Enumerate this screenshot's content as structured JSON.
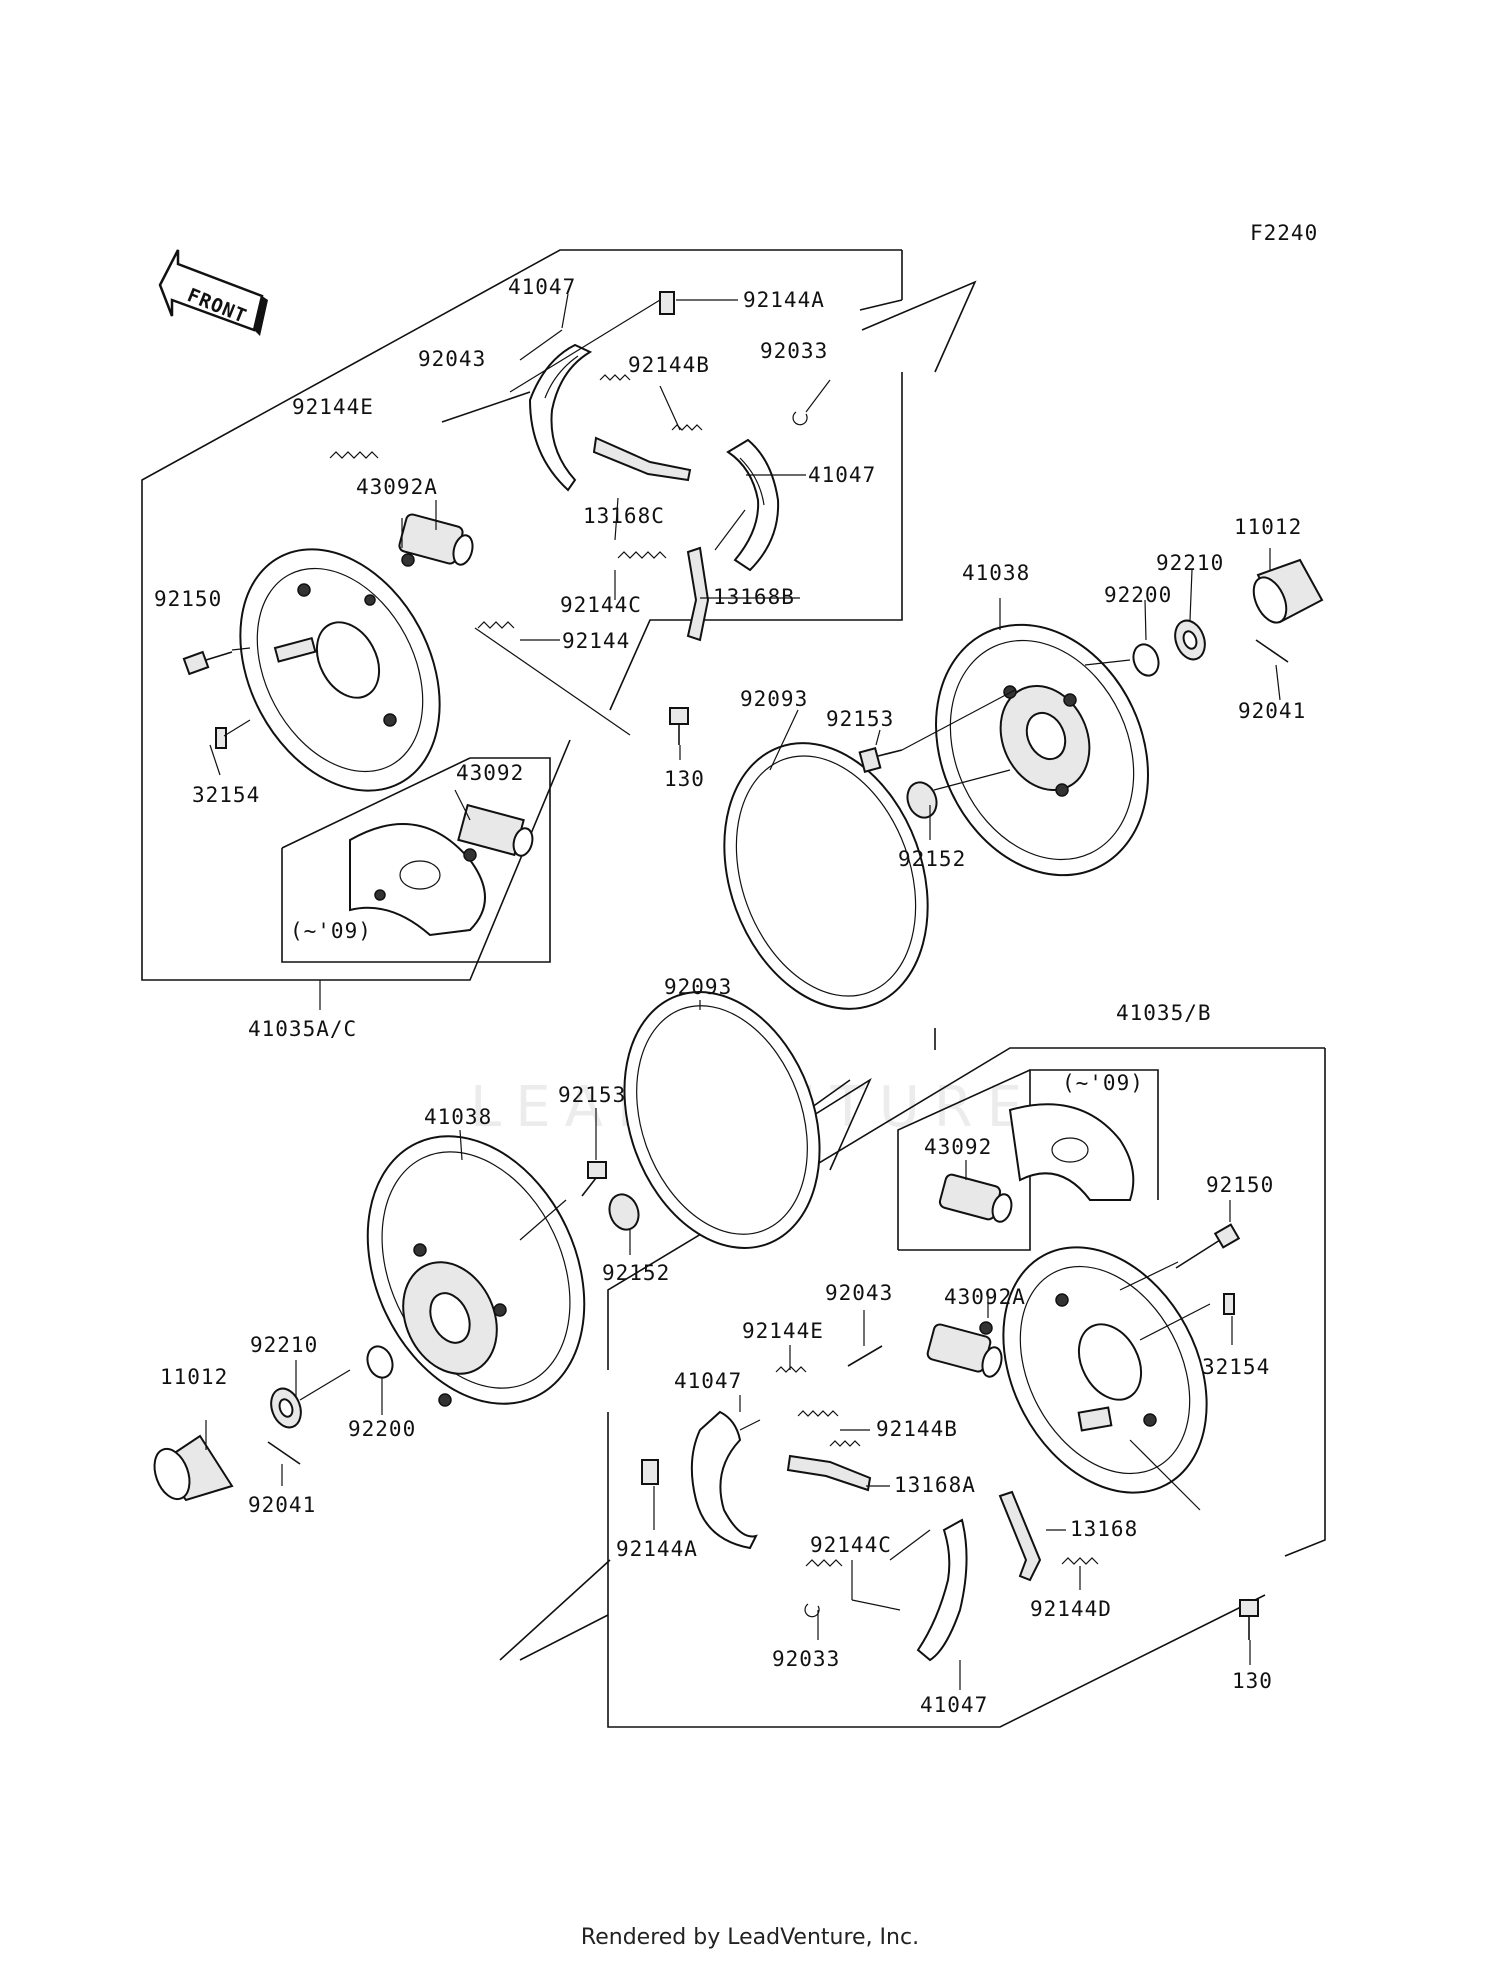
{
  "diagram_code": "F2240",
  "front_label": "FRONT",
  "watermark": "LEADVENTURE",
  "footer": "Rendered by LeadVenture, Inc.",
  "upper_assembly": {
    "assembly_label": "41035A/C",
    "note": "(~'09)",
    "parts": {
      "shoe_top": "41047",
      "spring_clip": "92144A",
      "pin": "92043",
      "spring_b": "92144B",
      "circlip": "92033",
      "spring_e": "92144E",
      "cylinder_a": "43092A",
      "shoe_right": "41047",
      "lever_c": "13168C",
      "spring_c": "92144C",
      "lever_b": "13168B",
      "bolt_panel": "92150",
      "spring": "92144",
      "bleeder": "32154",
      "cylinder_old": "43092",
      "bolt_130": "130",
      "seal": "92093",
      "drum": "41038",
      "drum_bolt": "92153",
      "washer_drum": "92152",
      "washer": "92200",
      "nut": "92210",
      "cap": "11012",
      "cotter": "92041"
    }
  },
  "lower_assembly": {
    "assembly_label": "41035/B",
    "note": "(~'09)",
    "parts": {
      "seal": "92093",
      "drum": "41038",
      "drum_bolt": "92153",
      "washer_drum": "92152",
      "nut": "92210",
      "cap": "11012",
      "washer": "92200",
      "cotter": "92041",
      "cylinder_old": "43092",
      "bolt_panel": "92150",
      "pin": "92043",
      "cylinder_a": "43092A",
      "bleeder": "32154",
      "spring_e": "92144E",
      "shoe_left": "41047",
      "spring_b": "92144B",
      "lever_a": "13168A",
      "spring_clip": "92144A",
      "spring_c": "92144C",
      "lever": "13168",
      "spring_d": "92144D",
      "circlip": "92033",
      "shoe_bottom": "41047",
      "bolt_130": "130"
    }
  }
}
